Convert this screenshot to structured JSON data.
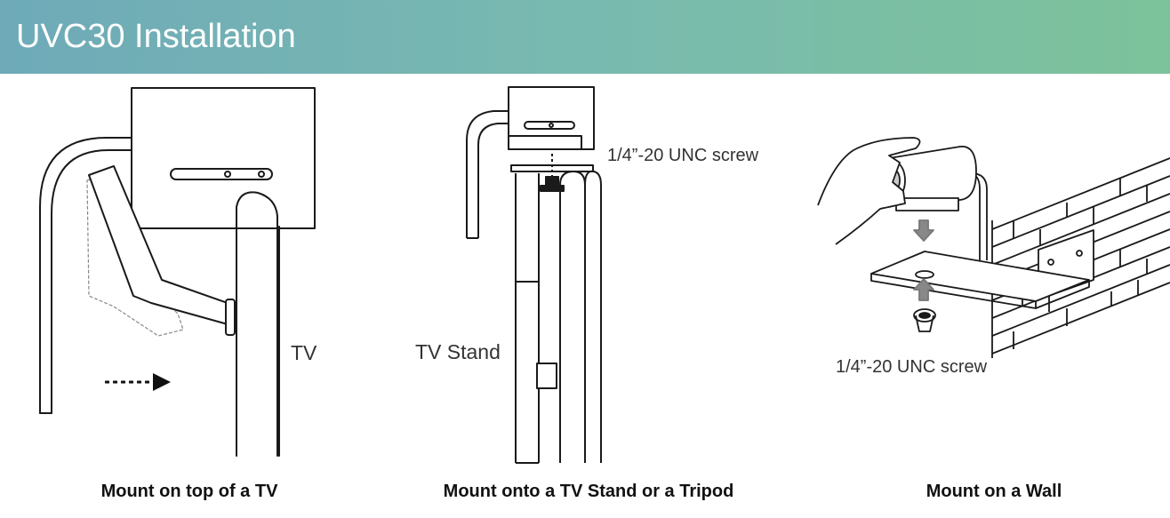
{
  "header": {
    "title": "UVC30 Installation"
  },
  "panels": [
    {
      "id": "tv",
      "caption": "Mount on top of a TV",
      "label": "TV"
    },
    {
      "id": "stand",
      "caption": "Mount onto a TV Stand or a Tripod",
      "label": "TV Stand",
      "screw_label": "1/4”-20 UNC screw"
    },
    {
      "id": "wall",
      "caption": "Mount on a Wall",
      "screw_label": "1/4”-20 UNC screw"
    }
  ]
}
